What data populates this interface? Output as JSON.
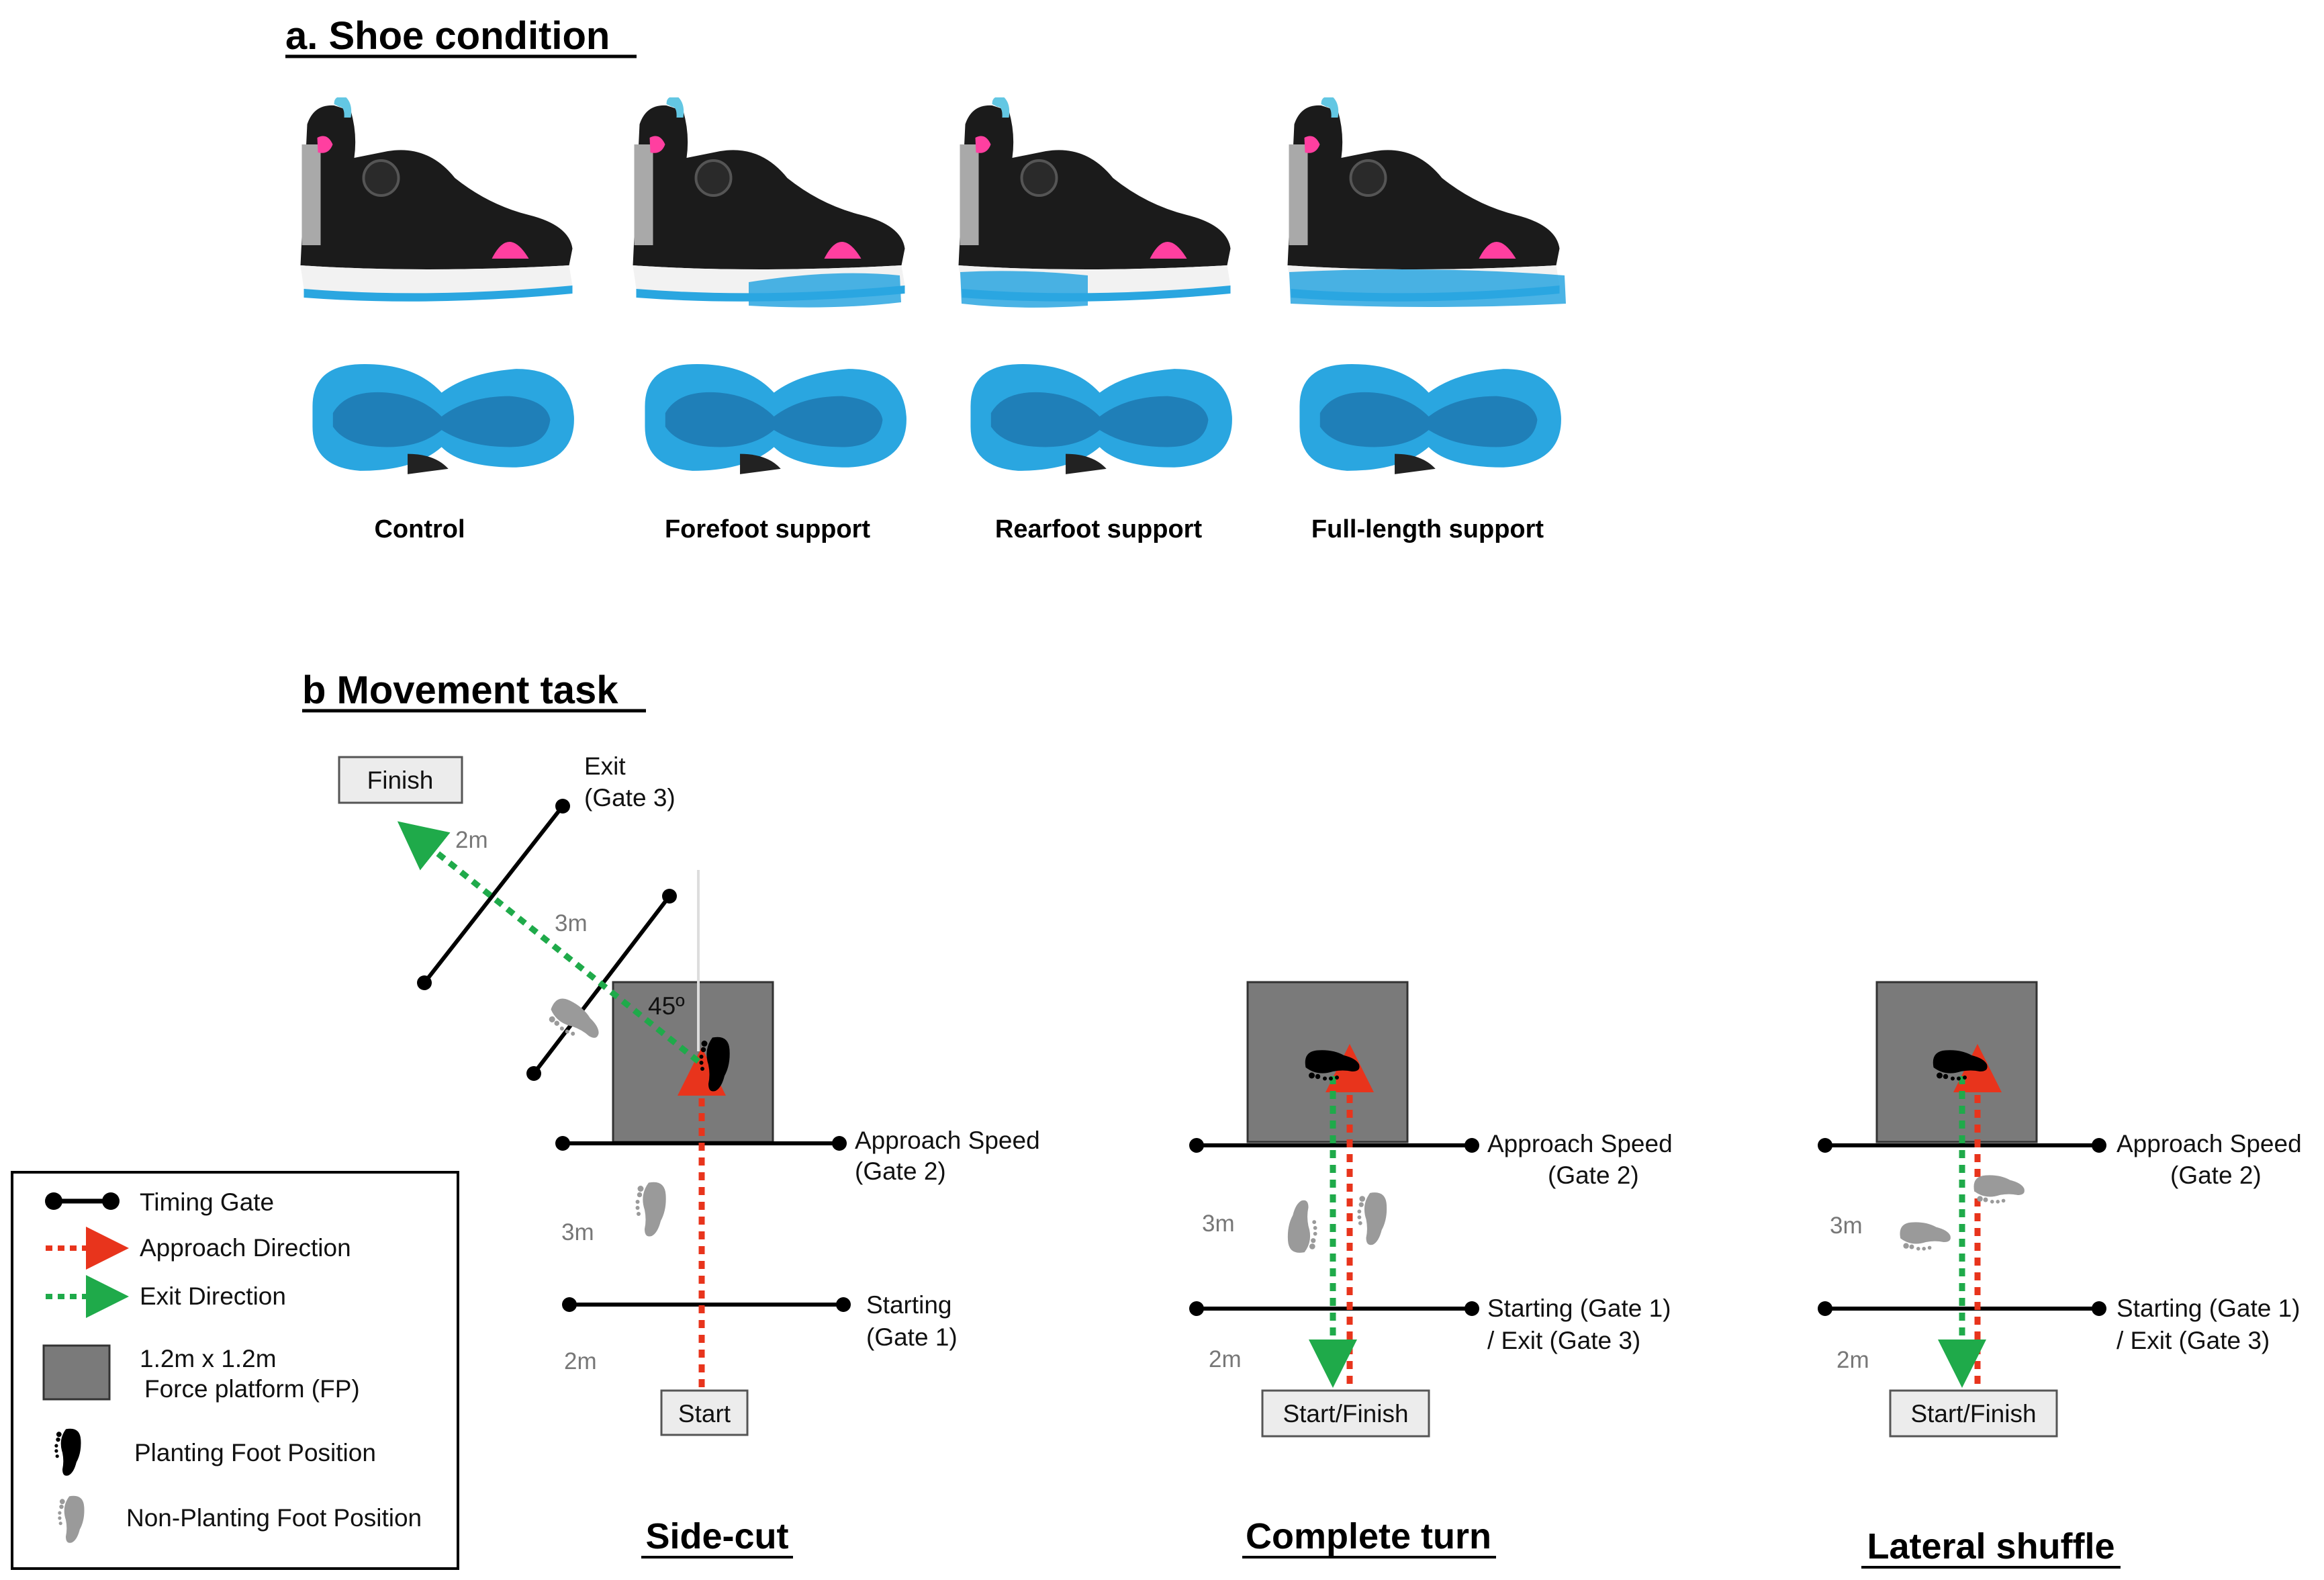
{
  "section_a": {
    "title": "a.  Shoe condition"
  },
  "shoes": [
    {
      "label": "Control",
      "support": "none"
    },
    {
      "label": "Forefoot support",
      "support": "forefoot"
    },
    {
      "label": "Rearfoot support",
      "support": "rearfoot"
    },
    {
      "label": "Full-length support",
      "support": "full"
    }
  ],
  "section_b": {
    "title": "b  Movement task"
  },
  "sidecut": {
    "title": "Side-cut",
    "finish": "Finish",
    "exit_line1": "Exit",
    "exit_line2": "(Gate 3)",
    "dist_2m_top": "2m",
    "dist_3m_top": "3m",
    "angle": "45º",
    "gate2_line1": "Approach Speed",
    "gate2_line2": "(Gate 2)",
    "dist_3m": "3m",
    "gate1_line1": "Starting",
    "gate1_line2": "(Gate 1)",
    "dist_2m": "2m",
    "start": "Start"
  },
  "turn": {
    "title": "Complete turn",
    "gate2_line1": "Approach Speed",
    "gate2_line2": "(Gate 2)",
    "dist_3m": "3m",
    "gate1_line1": "Starting (Gate 1)",
    "gate1_line2": "/ Exit (Gate 3)",
    "dist_2m": "2m",
    "start": "Start/Finish"
  },
  "shuffle": {
    "title": "Lateral shuffle",
    "gate2_line1": "Approach Speed",
    "gate2_line2": "(Gate 2)",
    "dist_3m": "3m",
    "gate1_line1": "Starting (Gate 1)",
    "gate1_line2": "/ Exit (Gate 3)",
    "dist_2m": "2m",
    "start": "Start/Finish"
  },
  "legend": {
    "timing_gate": "Timing Gate",
    "approach": "Approach Direction",
    "exit": "Exit Direction",
    "fp_line1": "1.2m x 1.2m",
    "fp_line2": "Force platform (FP)",
    "planting": "Planting Foot Position",
    "non_planting": "Non-Planting Foot Position"
  },
  "colors": {
    "approach": "#e8341c",
    "exit": "#1faa4a",
    "platform": "#7a7a7a",
    "sole_blue": "#2aa6e0",
    "accent_pink": "#ff3fa0"
  }
}
